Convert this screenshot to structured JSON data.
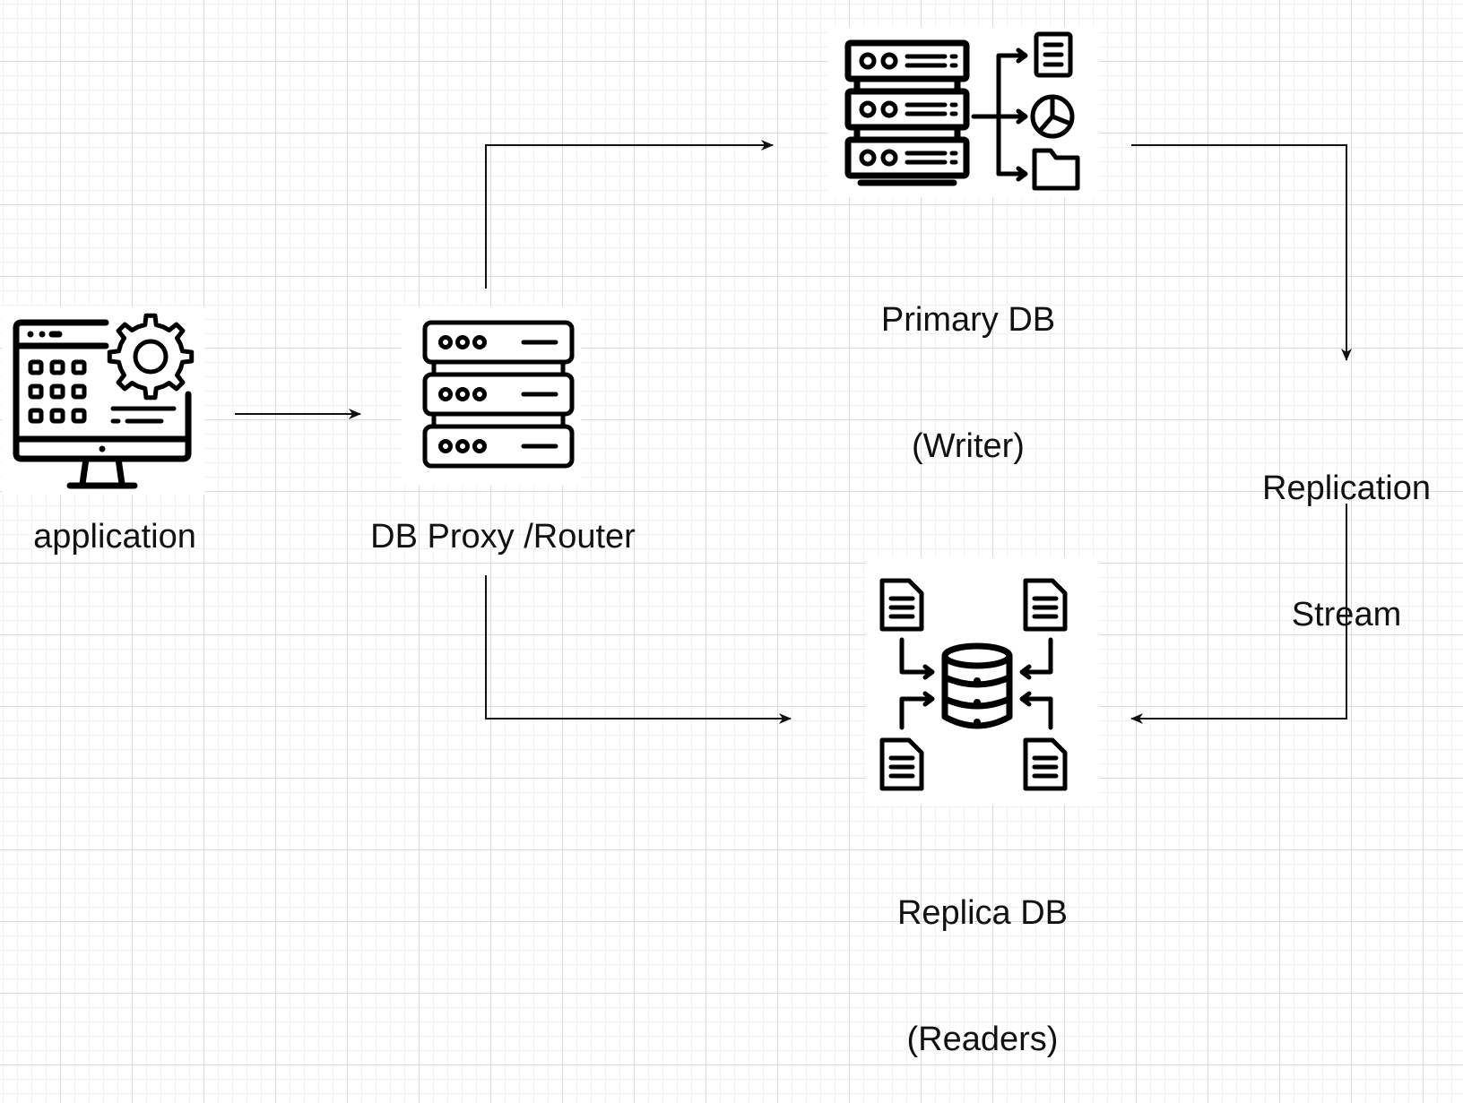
{
  "nodes": {
    "application": {
      "label": "application",
      "icon": "monitor-gear-icon"
    },
    "proxy": {
      "label": "DB Proxy /Router",
      "icon": "server-stack-icon"
    },
    "primary": {
      "label_line1": "Primary DB",
      "label_line2": "(Writer)",
      "icon": "database-server-distribution-icon"
    },
    "replication": {
      "label_line1": "Replication",
      "label_line2": "Stream"
    },
    "replica": {
      "label_line1": "Replica DB",
      "label_line2": "(Readers)",
      "icon": "database-documents-icon"
    }
  },
  "edges": [
    {
      "from": "application",
      "to": "proxy"
    },
    {
      "from": "proxy",
      "to": "primary"
    },
    {
      "from": "proxy",
      "to": "replica"
    },
    {
      "from": "primary",
      "to": "replication"
    },
    {
      "from": "replication",
      "to": "replica"
    }
  ],
  "colors": {
    "line": "#111111",
    "icon": "#000000",
    "grid": "#dadada"
  }
}
